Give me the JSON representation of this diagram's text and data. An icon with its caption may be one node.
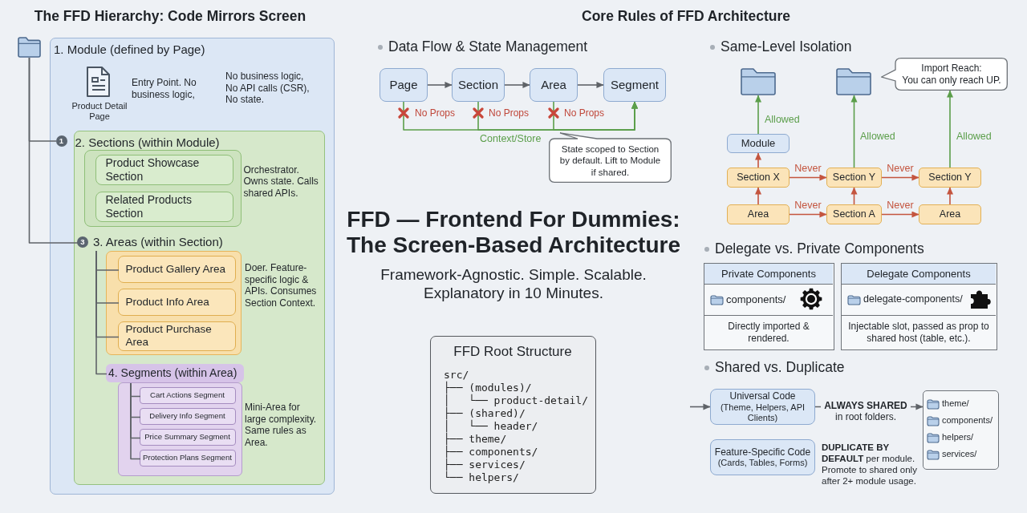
{
  "diagram": {
    "title": "FFD — Frontend For Dummies: The Screen-Based Architecture",
    "nodes": [
      {
        "text": [],
        "shape": "picture"
      },
      {
        "text": [
          "1. Module (defined by Page)",
          "Product Detail Page",
          "Entry Point. No business logic,",
          "No business logic, No API calls (CSR), No state."
        ]
      },
      {
        "text": [
          "1"
        ],
        "in": 1
      },
      {
        "text": [
          "2. Sections (within Module)",
          "Orchestrator. Owns state. Calls shared APIs."
        ],
        "in": 1
      },
      {
        "text": [],
        "shape": "box",
        "in": 3
      },
      {
        "text": [
          "Product Showcase Section"
        ],
        "in": 4
      },
      {
        "text": [
          "Related Products Section"
        ],
        "in": 4
      },
      {
        "text": [
          "3"
        ],
        "in": 3
      },
      {
        "text": [
          "3. Areas (within Section)"
        ],
        "in": 3
      },
      {
        "text": [],
        "shape": "box",
        "in": 3,
        "beside": [
          "Doer. Feature-specific logic & APIs. Consumes Section Context."
        ]
      },
      {
        "text": [
          "Product Gallery Area"
        ],
        "in": 9
      },
      {
        "text": [
          "Product Info Area"
        ],
        "in": 9
      },
      {
        "text": [
          "Product Purchase Area"
        ],
        "in": 9
      },
      {
        "text": [
          "4. Segments (within Area)"
        ],
        "in": 3
      },
      {
        "text": [],
        "shape": "box",
        "in": 3,
        "beside": [
          "Mini-Area for large complexity. Same rules as Area."
        ]
      },
      {
        "text": [
          "Cart Actions Segment"
        ],
        "in": 14
      },
      {
        "text": [
          "Delivery Info Segment"
        ],
        "in": 14
      },
      {
        "text": [
          "Price Summary Segment"
        ],
        "in": 14
      },
      {
        "text": [
          "Protection Plans Segment"
        ],
        "in": 14
      },
      {
        "text": [
          "Page"
        ]
      },
      {
        "text": [
          "Section"
        ]
      },
      {
        "text": [
          "Area"
        ]
      },
      {
        "text": [
          "Segment"
        ]
      },
      {
        "text": [
          "State scoped to Section by default. Lift to Module if shared."
        ]
      },
      {
        "text": [
          "FFD Root Structure",
          "src/",
          "├── (modules)/",
          "│   └── product-detail/",
          "├── (shared)/",
          "│   └── header/",
          "├── theme/",
          "├── components/",
          "├── services/",
          "└── helpers/"
        ]
      },
      {
        "text": [],
        "shape": "picture"
      },
      {
        "text": [],
        "shape": "picture"
      },
      {
        "text": [
          "Import Reach:",
          "You can only reach UP."
        ]
      },
      {
        "text": [
          "Module"
        ]
      },
      {
        "text": [
          "Section X"
        ]
      },
      {
        "text": [
          "Section Y"
        ]
      },
      {
        "text": [
          "Section Y"
        ]
      },
      {
        "text": [
          "Area"
        ]
      },
      {
        "text": [
          "Section A"
        ]
      },
      {
        "text": [
          "Area"
        ]
      },
      {
        "text": [
          "Private Components",
          "components/",
          "Directly imported & rendered."
        ]
      },
      {
        "text": [
          "Delegate Components",
          "delegate-components/",
          "Injectable slot, passed as prop to shared host (table, etc.)."
        ]
      },
      {
        "text": [
          "Universal Code",
          "(Theme, Helpers, API Clients)"
        ]
      },
      {
        "text": [
          "Feature-Specific Code",
          "(Cards, Tables, Forms)"
        ],
        "beside": [
          "**DUPLICATE BY DEFAULT** per module. Promote to shared only after 2+ module usage."
        ]
      },
      {
        "text": [
          "theme/",
          "components/",
          "helpers/",
          "services/"
        ]
      }
    ],
    "edges": [
      {
        "from": 0,
        "to": 2,
        "arrow": "none"
      },
      {
        "from": 0,
        "to": 7,
        "arrow": "none"
      },
      {
        "from": 8,
        "to": 10,
        "arrow": "none"
      },
      {
        "from": 8,
        "to": 11,
        "arrow": "none"
      },
      {
        "from": 8,
        "to": 12,
        "arrow": "none"
      },
      {
        "from": 8,
        "to": 13,
        "arrow": "none"
      },
      {
        "from": 13,
        "to": 15,
        "arrow": "none"
      },
      {
        "from": 13,
        "to": 16,
        "arrow": "none"
      },
      {
        "from": 13,
        "to": 17,
        "arrow": "none"
      },
      {
        "from": 13,
        "to": 18,
        "arrow": "none"
      },
      {
        "from": 19,
        "to": 20,
        "arrow": "to"
      },
      {
        "from": 20,
        "to": 21,
        "arrow": "to"
      },
      {
        "from": 21,
        "to": 22,
        "arrow": "to"
      },
      {
        "from": 19,
        "to": 22,
        "arrow": "to",
        "label": "Context/Store",
        "color": "#5b9e4a"
      },
      {
        "from": 20,
        "to": 22,
        "arrow": "to",
        "color": "#5b9e4a"
      },
      {
        "from": 21,
        "to": 22,
        "arrow": "to",
        "color": "#5b9e4a"
      },
      {
        "from": 28,
        "to": 25,
        "arrow": "to",
        "label": "Allowed",
        "color": "#5b9e4a"
      },
      {
        "from": 29,
        "to": 28,
        "arrow": "to",
        "color": "#c4553f"
      },
      {
        "from": 32,
        "to": 29,
        "arrow": "to",
        "color": "#c4553f"
      },
      {
        "from": 29,
        "to": 30,
        "arrow": "to",
        "label": "Never",
        "color": "#c4553f"
      },
      {
        "from": 30,
        "to": 31,
        "arrow": "to",
        "label": "Never",
        "color": "#c4553f"
      },
      {
        "from": 32,
        "to": 33,
        "arrow": "to",
        "label": "Never",
        "color": "#c4553f"
      },
      {
        "from": 33,
        "to": 34,
        "arrow": "to",
        "label": "Never",
        "color": "#c4553f"
      },
      {
        "from": 33,
        "to": 30,
        "arrow": "to",
        "color": "#c4553f"
      },
      {
        "from": 34,
        "to": 31,
        "arrow": "to",
        "color": "#c4553f"
      },
      {
        "from": 30,
        "to": 26,
        "arrow": "to",
        "label": "Allowed",
        "color": "#5b9e4a"
      },
      {
        "from": 31,
        "to": 27,
        "arrow": "to",
        "label": "Allowed",
        "color": "#5b9e4a"
      },
      {
        "from": null,
        "to": 37,
        "arrow": "to"
      },
      {
        "from": 37,
        "to": 39,
        "arrow": "to",
        "label": "**ALWAYS SHARED** in root folders."
      }
    ],
    "labels": [
      "The FFD Hierarchy: Code Mirrors Screen",
      "Core Rules of FFD Architecture",
      "Data Flow & State Management",
      "No Props",
      "No Props",
      "No Props",
      "Same-Level Isolation",
      "Framework-Agnostic. Simple. Scalable. Explanatory in 10 Minutes.",
      "Delegate vs. Private Components",
      "Shared vs. Duplicate"
    ]
  }
}
